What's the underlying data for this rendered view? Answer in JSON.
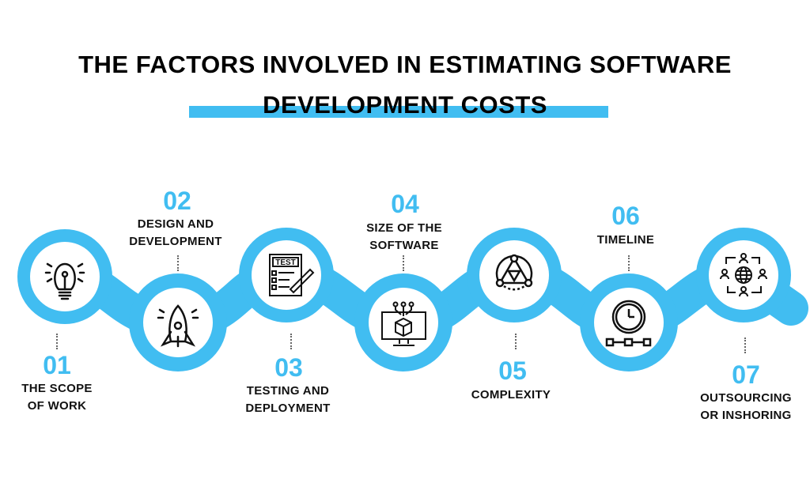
{
  "title": {
    "line1": "THE FACTORS INVOLVED IN ESTIMATING SOFTWARE",
    "line2": "DEVELOPMENT COSTS"
  },
  "colors": {
    "accent": "#41bdf1",
    "text": "#111111",
    "background": "#ffffff"
  },
  "factors": [
    {
      "number": "01",
      "line1": "THE SCOPE",
      "line2": "OF WORK",
      "icon": "lightbulb-icon"
    },
    {
      "number": "02",
      "line1": "DESIGN AND",
      "line2": "DEVELOPMENT",
      "icon": "rocket-icon"
    },
    {
      "number": "03",
      "line1": "TESTING AND",
      "line2": "DEPLOYMENT",
      "icon": "test-checklist-icon",
      "icon_text": "TEST"
    },
    {
      "number": "04",
      "line1": "SIZE OF THE",
      "line2": "SOFTWARE",
      "icon": "monitor-cube-icon"
    },
    {
      "number": "05",
      "line1": "COMPLEXITY",
      "line2": "",
      "icon": "network-triangle-icon"
    },
    {
      "number": "06",
      "line1": "TIMELINE",
      "line2": "",
      "icon": "clock-timeline-icon"
    },
    {
      "number": "07",
      "line1": "OUTSOURCING",
      "line2": "OR INSHORING",
      "icon": "globe-people-icon"
    }
  ]
}
